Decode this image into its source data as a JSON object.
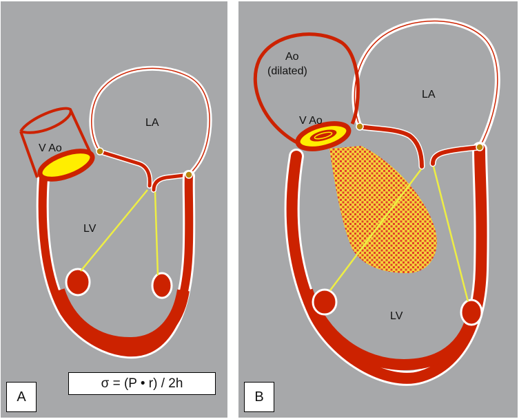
{
  "panel_a": {
    "letter": "A",
    "labels": {
      "la": "LA",
      "v_ao": "V Ao",
      "lv": "LV"
    },
    "formula": "σ = (P • r) / 2h"
  },
  "panel_b": {
    "letter": "B",
    "labels": {
      "ao_line1": "Ao",
      "ao_line2": "(dilated)",
      "la": "LA",
      "v_ao": "V Ao",
      "lv": "LV"
    }
  },
  "colors": {
    "background": "#a7a8aa",
    "myocardium": "#cc2200",
    "outline": "#ffffff",
    "valve": "#ffee00",
    "chordae": "#eeee44",
    "hinge": "#b8860b",
    "regurgitant_jet": "#f5d23c"
  }
}
